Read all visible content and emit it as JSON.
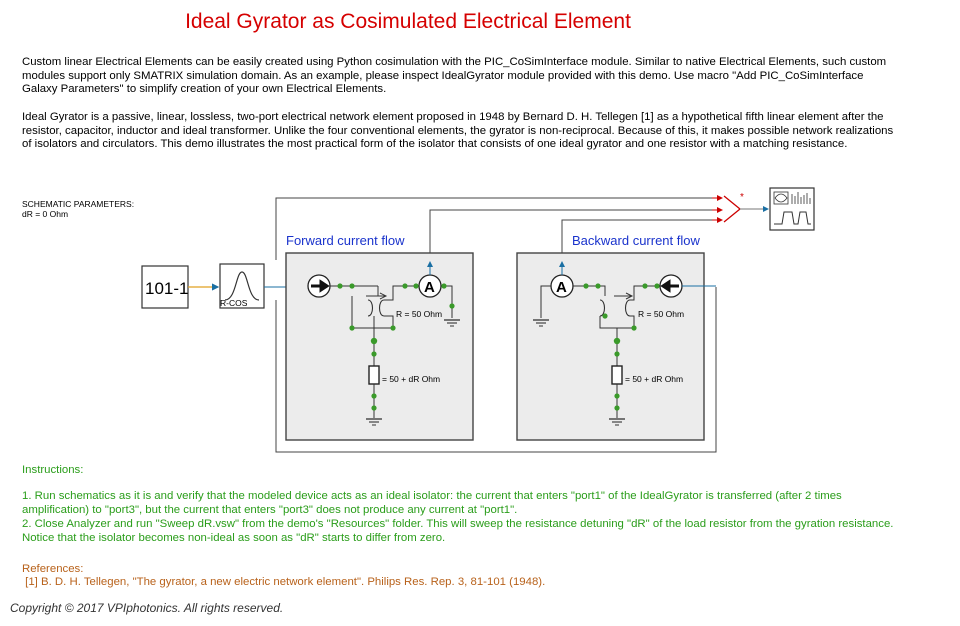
{
  "title": "Ideal Gyrator as Cosimulated Electrical Element",
  "intro": {
    "p1": "Custom linear Electrical Elements can be easily created using Python cosimulation with the PIC_CoSimInterface module. Similar to native Electrical Elements, such custom modules support only SMATRIX simulation domain. As an example, please inspect IdealGyrator module provided with this demo.  Use macro \"Add PIC_CoSimInterface Galaxy Parameters\" to simplify creation of your own Electrical Elements.",
    "p2": "Ideal Gyrator is a passive, linear, lossless, two-port electrical network element proposed  in 1948 by Bernard D. H. Tellegen [1] as a hypothetical fifth linear element after the resistor, capacitor, inductor and ideal transformer. Unlike the four conventional elements, the gyrator is non-reciprocal. Because of this, it makes possible network realizations of isolators and circulators. This demo illustrates the most practical form of the isolator that consists of one ideal gyrator and one resistor with a matching resistance."
  },
  "schematic": {
    "params_title": "SCHEMATIC PARAMETERS:",
    "params_value": "dR = 0 Ohm",
    "source_label": "101-1",
    "rcos_label": "R-COS",
    "forward_title": "Forward current flow",
    "backward_title": "Backward current flow",
    "r_label": "R = 50 Ohm",
    "load_label": "= 50 + dR Ohm",
    "ammeter_symbol": "A",
    "combiner_mark": "*"
  },
  "instructions": {
    "heading": "Instructions:",
    "step1": "1. Run schematics as it is and verify that the modeled device acts as an ideal isolator: the current that enters \"port1\" of the IdealGyrator is transferred (after 2 times amplification) to \"port3\",  but  the current that enters \"port3\" does not produce any current at \"port1\".",
    "step2": "2. Close Analyzer and run \"Sweep dR.vsw\" from the demo's \"Resources\" folder. This will sweep the resistance detuning \"dR\" of the load resistor from the gyration resistance. Notice that the isolator becomes non-ideal as soon as \"dR\" starts to differ from zero."
  },
  "references": {
    "heading": "References:",
    "ref1": " [1] B. D. H. Tellegen, \"The gyrator, a new electric network element\". Philips Res. Rep. 3, 81-101 (1948)."
  },
  "copyright": "Copyright © 2017 VPIphotonics. All rights reserved.",
  "colors": {
    "title": "#d50000",
    "instructions": "#2a9d1a",
    "references": "#b8621b",
    "panel_title": "#1a33cc",
    "wire": "#1a6fa3",
    "port": "#3a9a2a"
  }
}
